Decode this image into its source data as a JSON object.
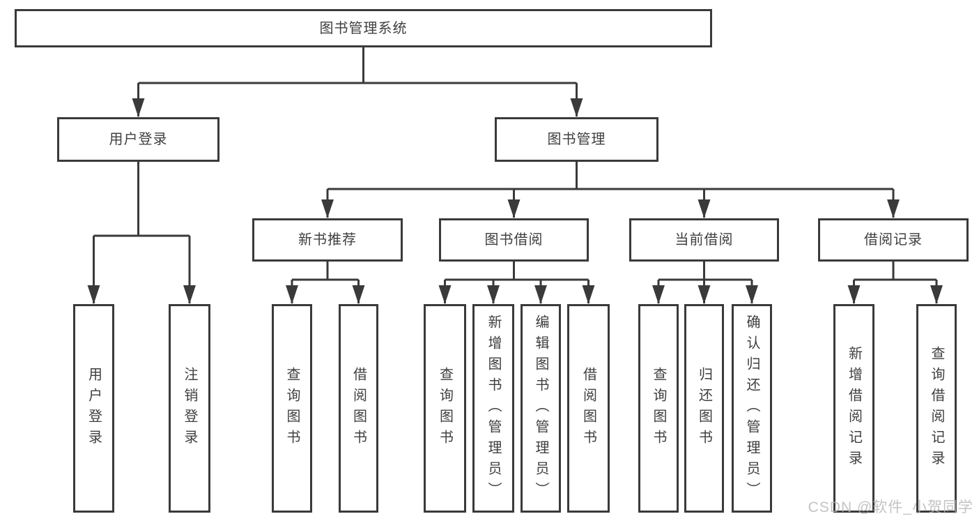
{
  "title": "图书管理系统",
  "level2": [
    {
      "label": "用户登录"
    },
    {
      "label": "图书管理"
    }
  ],
  "level3": [
    {
      "label": "新书推荐"
    },
    {
      "label": "图书借阅"
    },
    {
      "label": "当前借阅"
    },
    {
      "label": "借阅记录"
    }
  ],
  "leaves": {
    "user_login": [
      "用户登录",
      "注销登录"
    ],
    "new_books": [
      "查询图书",
      "借阅图书"
    ],
    "borrow": [
      "查询图书",
      "新增图书（管理员）",
      "编辑图书（管理员）",
      "借阅图书"
    ],
    "current": [
      "查询图书",
      "归还图书",
      "确认归还（管理员）"
    ],
    "records": [
      "新增借阅记录",
      "查询借阅记录"
    ]
  },
  "watermark": "CSDN @软件_小贺同学",
  "colors": {
    "line": "#3a3a3a",
    "text": "#3f3f3f",
    "watermark": "#b5b5b5",
    "bg": "#ffffff"
  }
}
